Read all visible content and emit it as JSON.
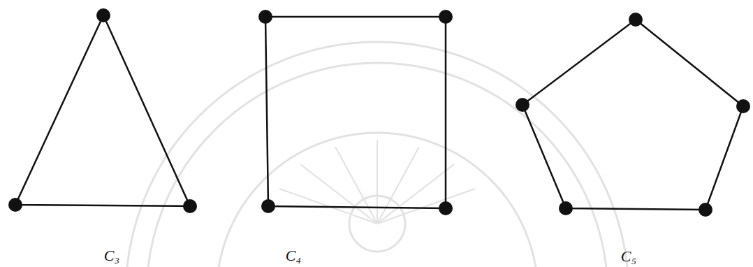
{
  "diagram": {
    "labels": [
      "C₃",
      "C₄",
      "C₅"
    ]
  }
}
